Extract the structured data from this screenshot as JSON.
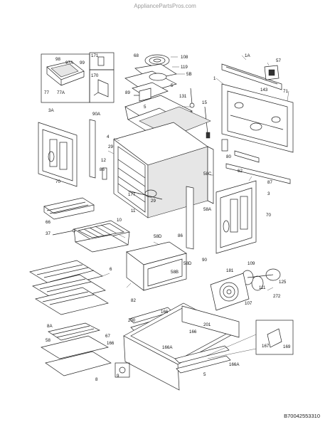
{
  "watermark": "AppliancePartsPros.com",
  "document_number": "B70042553310",
  "callouts": [
    "1A",
    "57",
    "143",
    "71",
    "1",
    "108",
    "119",
    "5B",
    "68",
    "97A",
    "98",
    "99",
    "77",
    "77A",
    "171",
    "170",
    "89",
    "131",
    "15",
    "3A",
    "90A",
    "5",
    "4",
    "29",
    "12",
    "86",
    "70",
    "177",
    "29",
    "5",
    "11",
    "58C",
    "80",
    "62",
    "87",
    "3",
    "70",
    "66",
    "37",
    "10",
    "58A",
    "58D",
    "86",
    "90",
    "58B",
    "58D",
    "6",
    "82",
    "109",
    "181",
    "125",
    "272",
    "111",
    "107",
    "166",
    "200",
    "201",
    "166A",
    "166",
    "166A",
    "8A",
    "58",
    "67",
    "166",
    "169",
    "167",
    "9",
    "8",
    "5"
  ]
}
